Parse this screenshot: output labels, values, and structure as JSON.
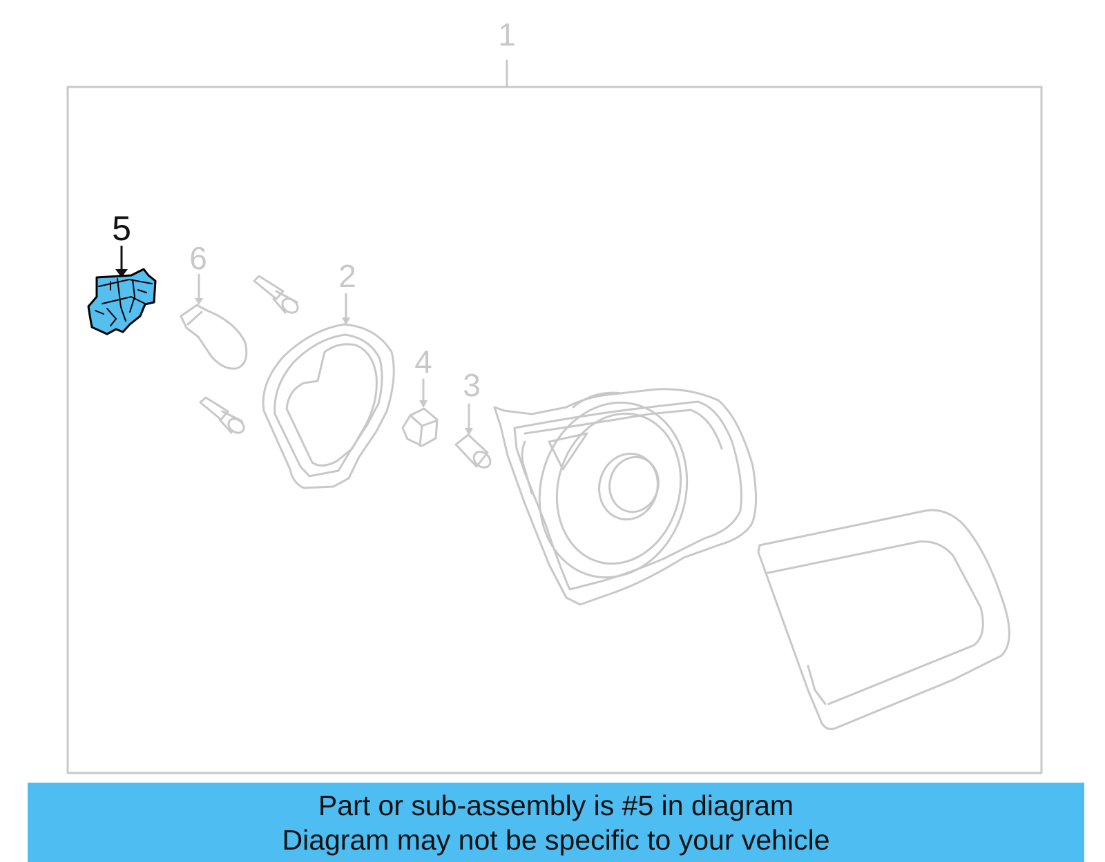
{
  "callouts": {
    "assembly": "1",
    "housing": "2",
    "part3": "3",
    "part4": "4",
    "highlighted": "5",
    "bulb": "6"
  },
  "banner": {
    "line1": "Part or sub-assembly is #5 in diagram",
    "line2": "Diagram may not be specific to your vehicle"
  },
  "colors": {
    "highlight": "#55bff0",
    "banner": "#4dbdf2",
    "line": "#c8c8c8"
  }
}
